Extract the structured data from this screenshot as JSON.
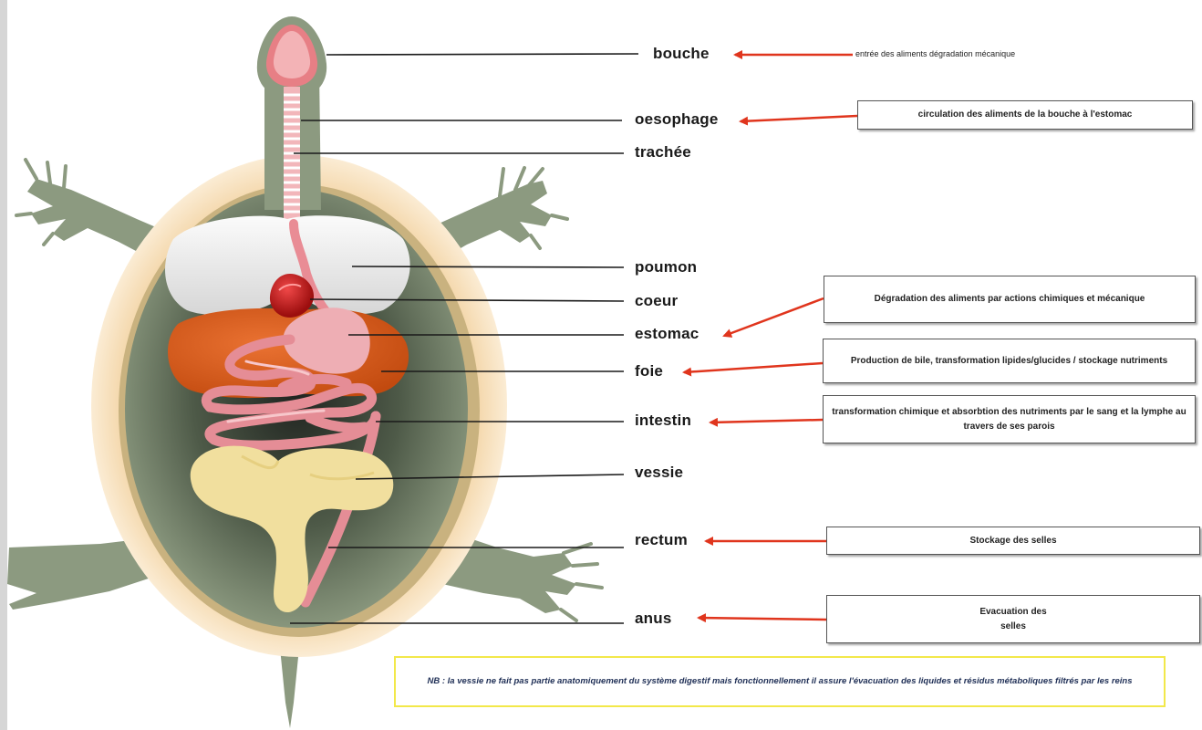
{
  "labels": {
    "bouche": "bouche",
    "oesophage": "oesophage",
    "trachee": "trachée",
    "poumon": "poumon",
    "coeur": "coeur",
    "estomac": "estomac",
    "foie": "foie",
    "intestin": "intestin",
    "vessie": "vessie",
    "rectum": "rectum",
    "anus": "anus"
  },
  "notes": {
    "bouche": "entrée des aliments dégradation mécanique",
    "oesophage": "circulation des aliments de la bouche à l'estomac",
    "estomac": "Dégradation des aliments par actions chimiques et mécanique",
    "foie": "Production de bile, transformation lipides/glucides / stockage nutriments",
    "intestin": "transformation chimique et absorbtion des nutriments par le sang et la lymphe au travers de ses parois",
    "rectum": "Stockage des selles",
    "anus": "Evacuation des selles"
  },
  "nb": "NB : la vessie ne fait pas partie anatomiquement du système digestif mais fonctionnellement il assure l'évacuation des liquides et résidus métaboliques filtrés par les reins",
  "colors": {
    "arrow": "#e0351d",
    "leader_line": "#1a1a1a",
    "skin": "#8c9a80",
    "shell_outer": "#f0cf9c",
    "lung": "#ececec",
    "heart": "#c41a1a",
    "stomach": "#eeaeb4",
    "liver": "#de5d1a",
    "intestine": "#e89098",
    "bladder": "#f1df9e",
    "nb_border": "#f2e84a"
  }
}
